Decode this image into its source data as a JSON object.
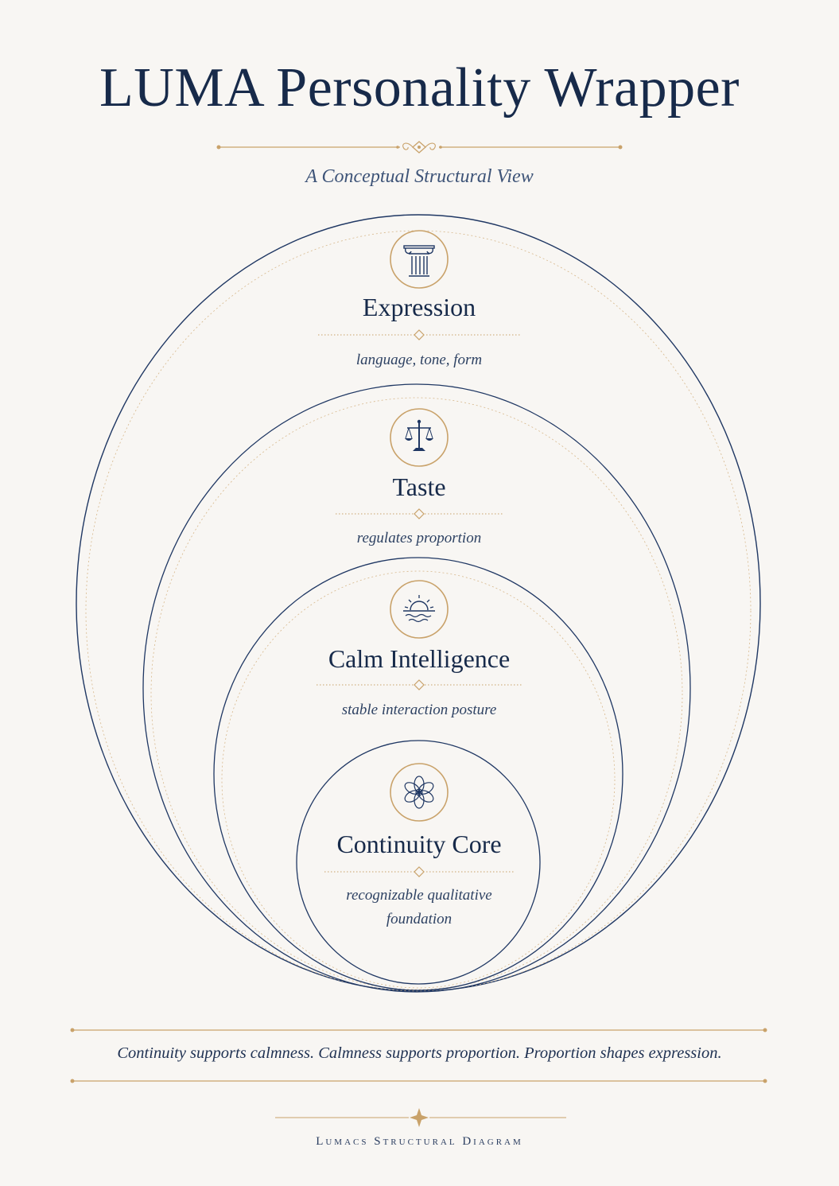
{
  "header": {
    "title": "LUMA Personality Wrapper",
    "subtitle": "A Conceptual Structural View"
  },
  "layers": [
    {
      "title": "Expression",
      "desc": "language, tone, form",
      "icon": "column-icon"
    },
    {
      "title": "Taste",
      "desc": "regulates proportion",
      "icon": "scales-icon"
    },
    {
      "title": "Calm Intelligence",
      "desc": "stable interaction posture",
      "icon": "sunrise-icon"
    },
    {
      "title": "Continuity Core",
      "desc_line1": "recognizable qualitative",
      "desc_line2": "foundation",
      "icon": "flower-icon"
    }
  ],
  "summary": "Continuity supports calmness. Calmness supports proportion. Proportion shapes expression.",
  "footer": "Lumacs Structural Diagram",
  "colors": {
    "navy": "#1f3763",
    "gold": "#c9a26a",
    "background": "#f8f6f3"
  }
}
